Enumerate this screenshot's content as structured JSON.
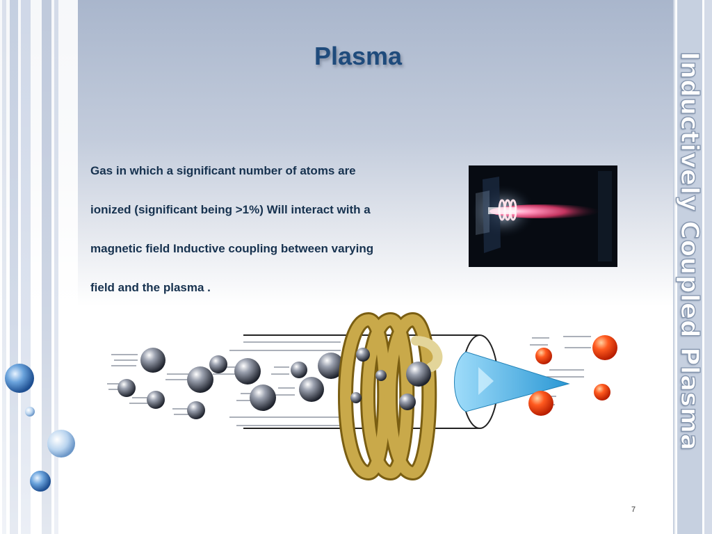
{
  "slide": {
    "title": "Plasma",
    "side_title": "Inductively Coupled Plasma",
    "body_lines": [
      "Gas in which a significant number of atoms are",
      "ionized (significant being >1%) Will interact with a",
      "magnetic field Inductive coupling between  varying",
      "field and the plasma ."
    ],
    "page_number": "7"
  },
  "images": {
    "photo": "icp-torch-photo",
    "diagram": "inductive-coil-plasma-diagram"
  },
  "colors": {
    "title": "#1f4b7c",
    "body_text": "#17324f",
    "coil": "#c9a94a",
    "neutral_atom": "#4a4f5c",
    "ion": "#ff5a1f",
    "plasma_cone": "#4fb4e6"
  }
}
